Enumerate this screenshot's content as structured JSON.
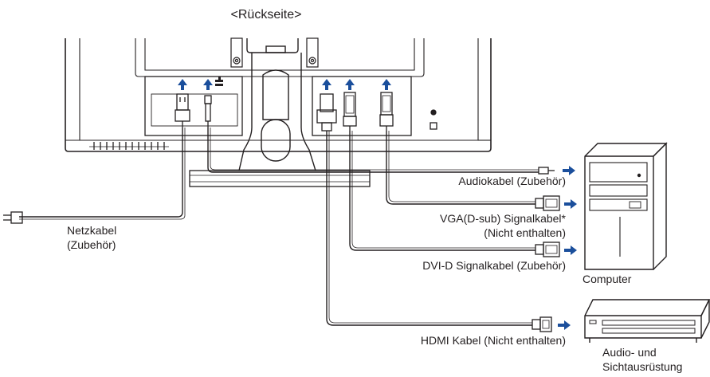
{
  "title": "<Rückseite>",
  "labels": {
    "netzkabel_line1": "Netzkabel",
    "netzkabel_line2": "(Zubehör)",
    "audiokabel": "Audiokabel (Zubehör)",
    "vga_line1": "VGA(D-sub) Signalkabel*",
    "vga_line2": "(Nicht enthalten)",
    "dvi": "DVI-D Signalkabel (Zubehör)",
    "hdmi": "HDMI Kabel (Nicht enthalten)",
    "computer": "Computer",
    "av_line1": "Audio- und",
    "av_line2": "Sichtausrüstung"
  },
  "colors": {
    "line": "#231f20",
    "arrow": "#1b4f9c",
    "background": "#ffffff"
  }
}
